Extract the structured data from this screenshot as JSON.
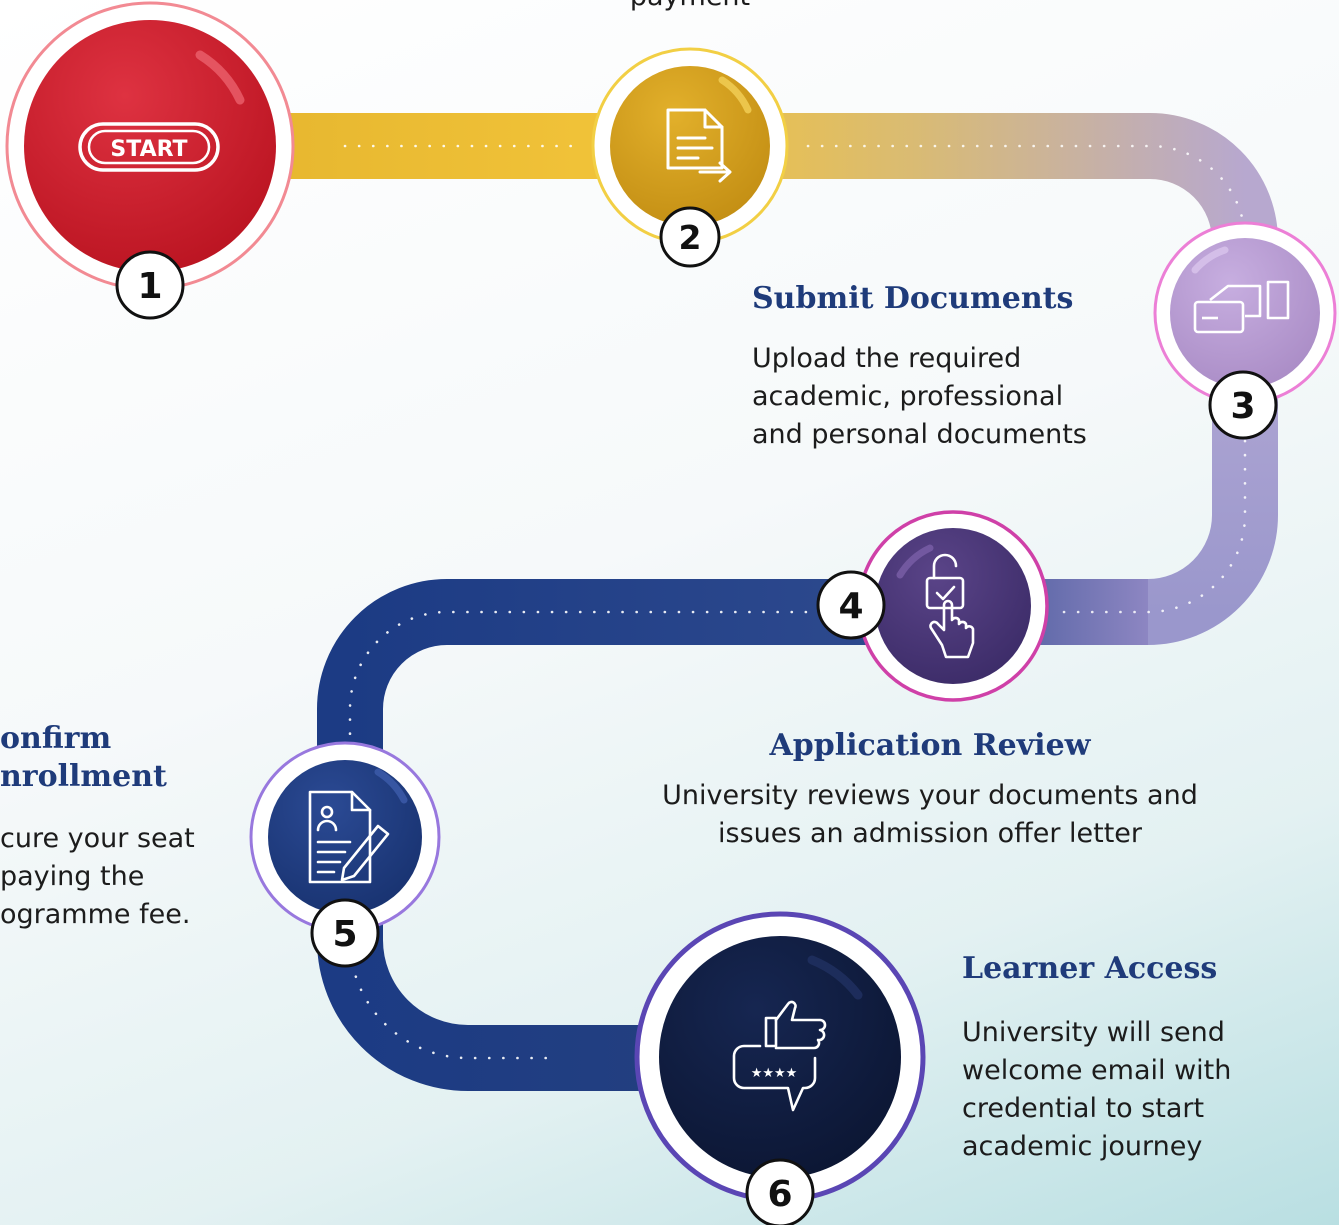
{
  "colors": {
    "red": "#c8192c",
    "gold": "#d9a51e",
    "lavender": "#b59acb",
    "purple": "#4a3678",
    "navy": "#1e3a7d",
    "dark": "#0f1a3a",
    "title": "#1f3b7a"
  },
  "steps": [
    {
      "number": "1",
      "icon": "start-badge-icon",
      "badge_text": "START"
    },
    {
      "number": "2",
      "icon": "document-transfer-icon",
      "caption_tail": "payment"
    },
    {
      "number": "3",
      "icon": "card-payment-icon",
      "title": "Submit Documents",
      "desc": [
        "Upload the required",
        "academic, professional",
        "and personal documents"
      ]
    },
    {
      "number": "4",
      "icon": "unlock-touch-icon",
      "title": "Application Review",
      "desc": [
        "University reviews your documents and",
        "issues an admission offer letter"
      ]
    },
    {
      "number": "5",
      "icon": "signed-document-icon",
      "title": [
        "onfirm",
        "nrollment"
      ],
      "desc": [
        "cure your seat",
        "paying the",
        "ogramme fee."
      ]
    },
    {
      "number": "6",
      "icon": "feedback-thumbs-up-icon",
      "title": "Learner Access",
      "desc": [
        "University will send",
        "welcome email with",
        "credential to start",
        "academic journey"
      ]
    }
  ]
}
